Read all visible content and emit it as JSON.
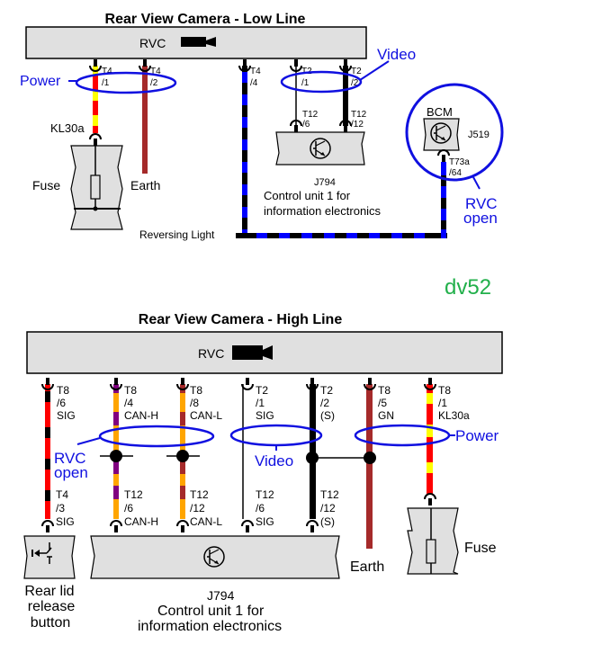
{
  "low_line": {
    "title": "Rear View Camera - Low Line",
    "rvc_label": "RVC",
    "pins": {
      "t4_1": [
        "T4",
        "/1"
      ],
      "t4_2": [
        "T4",
        "/2"
      ],
      "t4_4": [
        "T4",
        "/4"
      ],
      "t2_1": [
        "T2",
        "/1"
      ],
      "t2_2": [
        "T2",
        "/2"
      ],
      "t12_6": [
        "T12",
        "/6"
      ],
      "t12_12": [
        "T12",
        "/12"
      ],
      "t73a": [
        "T73a",
        "/64"
      ]
    },
    "kl30a": "KL30a",
    "fuse": "Fuse",
    "earth": "Earth",
    "reversing_light": "Reversing Light",
    "bcm": "BCM",
    "j519": "J519",
    "j794": "J794",
    "control_unit_1": "Control unit 1 for",
    "control_unit_2": "information electronics",
    "annotations": {
      "power": "Power",
      "video": "Video",
      "rvc_open_1": "RVC",
      "rvc_open_2": "open"
    }
  },
  "watermark": "dv52",
  "high_line": {
    "title": "Rear View Camera - High Line",
    "rvc_label": "RVC",
    "top_pins": [
      [
        "T8",
        "/6",
        "SIG"
      ],
      [
        "T8",
        "/4",
        "CAN-H"
      ],
      [
        "T8",
        "/8",
        "CAN-L"
      ],
      [
        "T2",
        "/1",
        "SIG"
      ],
      [
        "T2",
        "/2",
        "(S)"
      ],
      [
        "T8",
        "/5",
        "GN"
      ],
      [
        "T8",
        "/1",
        "KL30a"
      ]
    ],
    "bottom_pins": [
      [
        "T4",
        "/3",
        "SIG"
      ],
      [
        "T12",
        "/6",
        "CAN-H"
      ],
      [
        "T12",
        "/12",
        "CAN-L"
      ],
      [
        "T12",
        "/6",
        "SIG"
      ],
      [
        "T12",
        "/12",
        "(S)"
      ]
    ],
    "earth": "Earth",
    "fuse": "Fuse",
    "rear_lid_1": "Rear lid",
    "rear_lid_2": "release",
    "rear_lid_3": "button",
    "j794": "J794",
    "control_unit_1": "Control unit 1 for",
    "control_unit_2": "information electronics",
    "annotations": {
      "power": "Power",
      "video": "Video",
      "rvc_open_1": "RVC",
      "rvc_open_2": "open"
    }
  },
  "colors": {
    "annotation": "#1010e0",
    "watermark": "#22b04b",
    "box_fill": "#e0e0e0",
    "red": "#ff0000",
    "yellow": "#ffff00",
    "brown": "#a52a2a",
    "orange": "#ffa500",
    "purple": "#800080",
    "blue_wire": "#0000ff"
  }
}
